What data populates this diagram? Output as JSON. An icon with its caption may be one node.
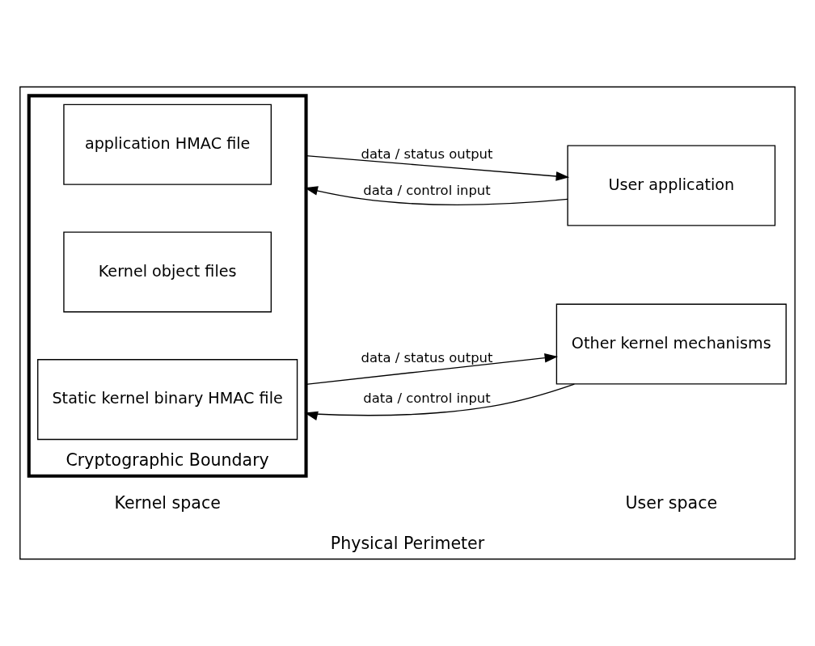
{
  "diagram": {
    "nodes": [
      {
        "text": [
          "Physical Perimeter"
        ]
      },
      {
        "text": [
          "Cryptographic Boundary"
        ],
        "in": 0
      },
      {
        "text": [
          "Static kernel binary HMAC file"
        ],
        "in": 1
      },
      {
        "text": [
          "Kernel object files"
        ],
        "in": 1
      },
      {
        "text": [
          "application HMAC file"
        ],
        "in": 1
      },
      {
        "text": [
          "Other kernel mechanisms"
        ],
        "in": 0
      },
      {
        "text": [
          "User application"
        ],
        "in": 0
      }
    ],
    "edges": [
      {
        "from": 5,
        "to": 1,
        "arrow": "to",
        "label": "data / control input"
      },
      {
        "from": 1,
        "to": 5,
        "arrow": "to",
        "label": "data / status output"
      },
      {
        "from": 6,
        "to": 1,
        "arrow": "to",
        "label": "data / control input"
      },
      {
        "from": 1,
        "to": 6,
        "arrow": "to",
        "label": "data / status output"
      }
    ],
    "labels": [
      "Kernel space",
      "User space"
    ]
  }
}
